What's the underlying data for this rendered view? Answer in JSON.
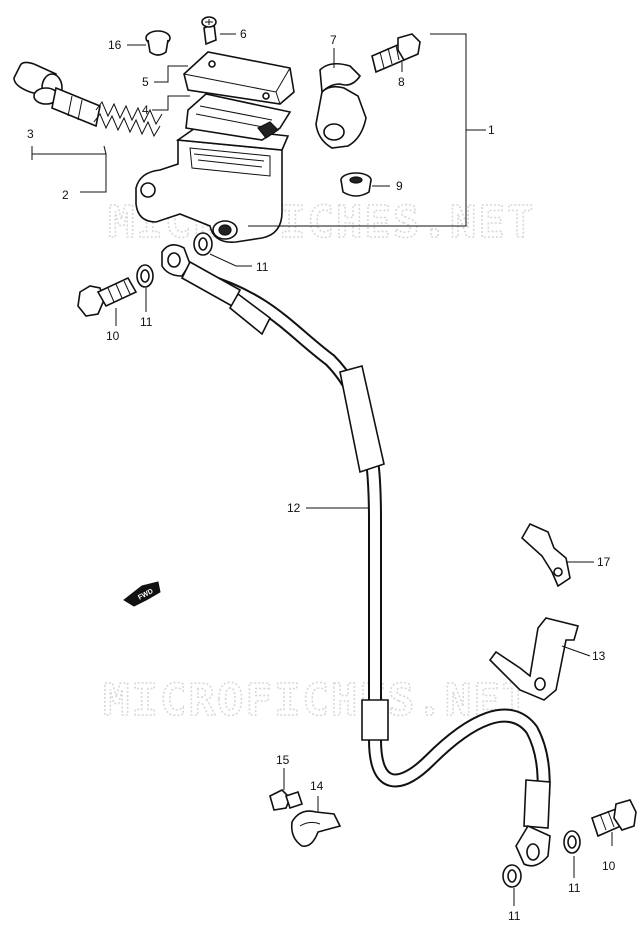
{
  "watermark": "MICROFICHES.NET",
  "fwd_arrow_text": "FWD",
  "callouts": {
    "c1": "1",
    "c2": "2",
    "c3": "3",
    "c4": "4",
    "c5": "5",
    "c6": "6",
    "c7": "7",
    "c8": "8",
    "c9": "9",
    "c10a": "10",
    "c10b": "10",
    "c11a": "11",
    "c11b": "11",
    "c11c": "11",
    "c11d": "11",
    "c12": "12",
    "c13": "13",
    "c14": "14",
    "c15": "15",
    "c16": "16",
    "c17": "17"
  }
}
